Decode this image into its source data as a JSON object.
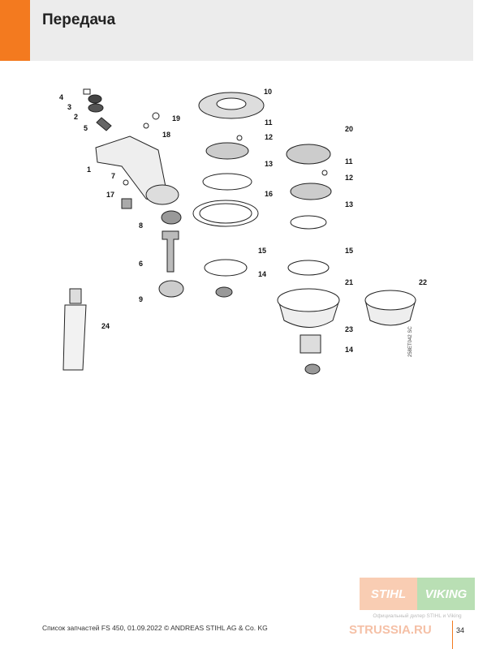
{
  "header": {
    "title": "Передача"
  },
  "diagram": {
    "labels": [
      "1",
      "2",
      "3",
      "4",
      "5",
      "6",
      "7",
      "8",
      "9",
      "10",
      "11",
      "12",
      "13",
      "16",
      "15",
      "14",
      "17",
      "18",
      "19",
      "20",
      "11",
      "12",
      "13",
      "15",
      "21",
      "22",
      "23",
      "14",
      "24"
    ],
    "code": "258ET042 SC"
  },
  "footer": {
    "text": "Список запчастей FS 450, 01.09.2022 © ANDREAS STIHL AG & Co. KG",
    "page": "34"
  },
  "watermark": {
    "stihl": "STIHL",
    "viking": "VIKING",
    "dealer": "Официальный дилер STIHL и Viking",
    "site": "STRUSSIA.RU"
  },
  "colors": {
    "accent": "#f37a1f"
  }
}
